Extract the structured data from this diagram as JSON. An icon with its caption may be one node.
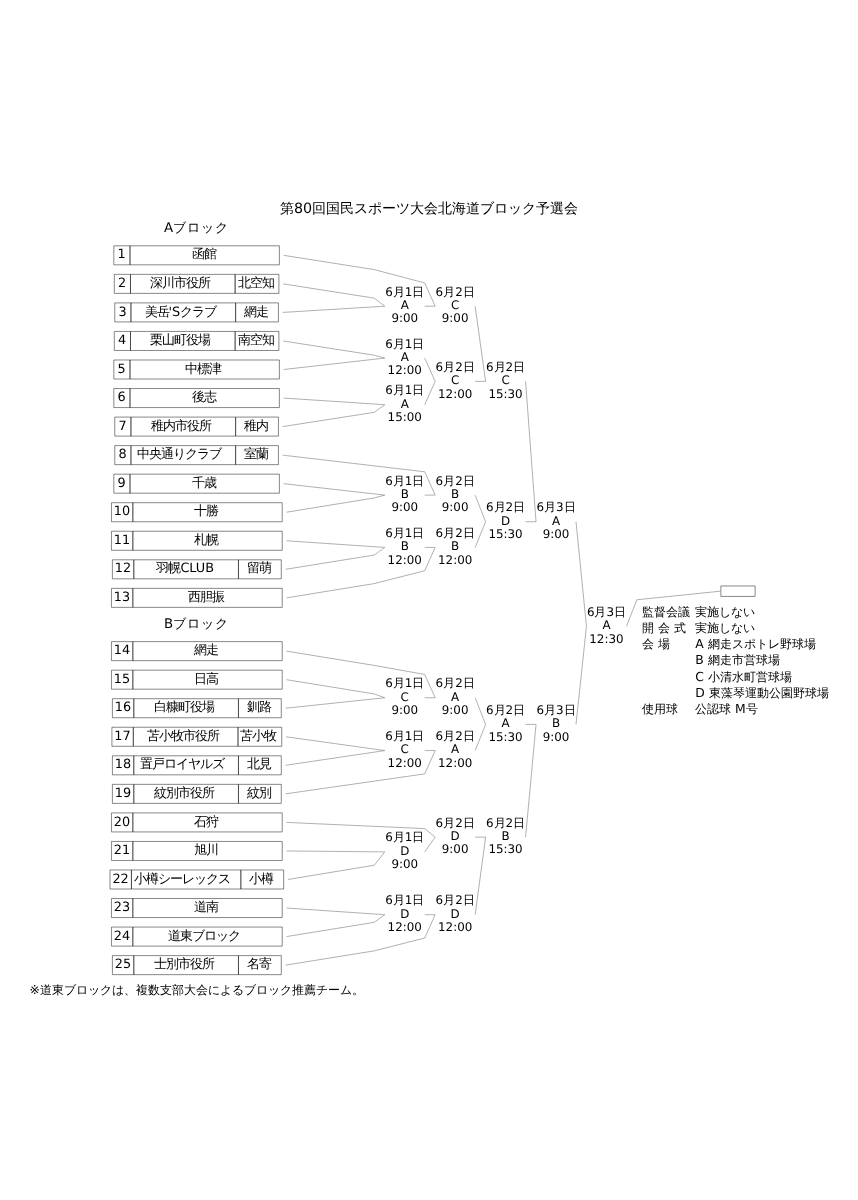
{
  "diagram": {
    "title": "第80回国民スポーツ大会北海道ブロック予選会",
    "nodes": [
      {
        "text": [
          "1",
          "函館"
        ]
      },
      {
        "text": [
          "2",
          "深川市役所",
          "北空知"
        ]
      },
      {
        "text": [
          "3",
          "美岳'Sクラブ",
          "網走"
        ]
      },
      {
        "text": [
          "4",
          "栗山町役場",
          "南空知"
        ]
      },
      {
        "text": [
          "5",
          "中標津"
        ]
      },
      {
        "text": [
          "6",
          "後志"
        ]
      },
      {
        "text": [
          "7",
          "稚内市役所",
          "稚内"
        ]
      },
      {
        "text": [
          "8",
          "中央通りクラブ",
          "室蘭"
        ]
      },
      {
        "text": [
          "9",
          "千歳"
        ]
      },
      {
        "text": [
          "10",
          "十勝"
        ]
      },
      {
        "text": [
          "11",
          "札幌"
        ]
      },
      {
        "text": [
          "12",
          "羽幌CLUB",
          "留萌"
        ]
      },
      {
        "text": [
          "13",
          "西胆振"
        ]
      },
      {
        "text": [
          "14",
          "網走"
        ]
      },
      {
        "text": [
          "15",
          "日高"
        ]
      },
      {
        "text": [
          "16",
          "白糠町役場",
          "釧路"
        ]
      },
      {
        "text": [
          "17",
          "苫小牧市役所",
          "苫小牧"
        ]
      },
      {
        "text": [
          "18",
          "置戸ロイヤルズ",
          "北見"
        ]
      },
      {
        "text": [
          "19",
          "紋別市役所",
          "紋別"
        ]
      },
      {
        "text": [
          "20",
          "石狩"
        ]
      },
      {
        "text": [
          "21",
          "旭川"
        ]
      },
      {
        "text": [
          "22",
          "小樽シーレックス",
          "小樽"
        ]
      },
      {
        "text": [
          "23",
          "道南"
        ]
      },
      {
        "text": [
          "24",
          "道東ブロック"
        ]
      },
      {
        "text": [
          "25",
          "士別市役所",
          "名寄"
        ]
      },
      {
        "text": [
          "6月1日",
          "A",
          "9:00"
        ]
      },
      {
        "text": [
          "6月1日",
          "A",
          "12:00"
        ]
      },
      {
        "text": [
          "6月1日",
          "A",
          "15:00"
        ]
      },
      {
        "text": [
          "6月1日",
          "B",
          "9:00"
        ]
      },
      {
        "text": [
          "6月1日",
          "B",
          "12:00"
        ]
      },
      {
        "text": [
          "6月1日",
          "C",
          "9:00"
        ]
      },
      {
        "text": [
          "6月1日",
          "C",
          "12:00"
        ]
      },
      {
        "text": [
          "6月1日",
          "D",
          "9:00"
        ]
      },
      {
        "text": [
          "6月1日",
          "D",
          "12:00"
        ]
      },
      {
        "text": [
          "6月2日",
          "C",
          "9:00"
        ]
      },
      {
        "text": [
          "6月2日",
          "C",
          "12:00"
        ]
      },
      {
        "text": [
          "6月2日",
          "B",
          "9:00"
        ]
      },
      {
        "text": [
          "6月2日",
          "B",
          "12:00"
        ]
      },
      {
        "text": [
          "6月2日",
          "A",
          "9:00"
        ]
      },
      {
        "text": [
          "6月2日",
          "A",
          "12:00"
        ]
      },
      {
        "text": [
          "6月2日",
          "D",
          "9:00"
        ]
      },
      {
        "text": [
          "6月2日",
          "D",
          "12:00"
        ]
      },
      {
        "text": [
          "6月2日",
          "C",
          "15:30"
        ]
      },
      {
        "text": [
          "6月2日",
          "D",
          "15:30"
        ]
      },
      {
        "text": [
          "6月2日",
          "A",
          "15:30"
        ]
      },
      {
        "text": [
          "6月2日",
          "B",
          "15:30"
        ]
      },
      {
        "text": [
          "6月3日",
          "A",
          "9:00"
        ]
      },
      {
        "text": [
          "6月3日",
          "B",
          "9:00"
        ]
      },
      {
        "text": [
          "6月3日",
          "A",
          "12:30"
        ]
      },
      {
        "text": [],
        "shape": "box"
      }
    ],
    "edges": [
      {
        "from": 1,
        "to": 25,
        "arrow": "none"
      },
      {
        "from": 2,
        "to": 25,
        "arrow": "none"
      },
      {
        "from": 3,
        "to": 26,
        "arrow": "none"
      },
      {
        "from": 4,
        "to": 26,
        "arrow": "none"
      },
      {
        "from": 5,
        "to": 27,
        "arrow": "none"
      },
      {
        "from": 6,
        "to": 27,
        "arrow": "none"
      },
      {
        "from": 8,
        "to": 28,
        "arrow": "none"
      },
      {
        "from": 9,
        "to": 28,
        "arrow": "none"
      },
      {
        "from": 10,
        "to": 29,
        "arrow": "none"
      },
      {
        "from": 11,
        "to": 29,
        "arrow": "none"
      },
      {
        "from": 14,
        "to": 30,
        "arrow": "none"
      },
      {
        "from": 15,
        "to": 30,
        "arrow": "none"
      },
      {
        "from": 16,
        "to": 31,
        "arrow": "none"
      },
      {
        "from": 17,
        "to": 31,
        "arrow": "none"
      },
      {
        "from": 20,
        "to": 32,
        "arrow": "none"
      },
      {
        "from": 21,
        "to": 32,
        "arrow": "none"
      },
      {
        "from": 22,
        "to": 33,
        "arrow": "none"
      },
      {
        "from": 23,
        "to": 33,
        "arrow": "none"
      },
      {
        "from": 0,
        "to": 34,
        "arrow": "none"
      },
      {
        "from": 25,
        "to": 34,
        "arrow": "none"
      },
      {
        "from": 26,
        "to": 35,
        "arrow": "none"
      },
      {
        "from": 27,
        "to": 35,
        "arrow": "none"
      },
      {
        "from": 7,
        "to": 36,
        "arrow": "none"
      },
      {
        "from": 28,
        "to": 36,
        "arrow": "none"
      },
      {
        "from": 29,
        "to": 37,
        "arrow": "none"
      },
      {
        "from": 12,
        "to": 37,
        "arrow": "none"
      },
      {
        "from": 13,
        "to": 38,
        "arrow": "none"
      },
      {
        "from": 30,
        "to": 38,
        "arrow": "none"
      },
      {
        "from": 31,
        "to": 39,
        "arrow": "none"
      },
      {
        "from": 18,
        "to": 39,
        "arrow": "none"
      },
      {
        "from": 19,
        "to": 40,
        "arrow": "none"
      },
      {
        "from": 32,
        "to": 40,
        "arrow": "none"
      },
      {
        "from": 33,
        "to": 41,
        "arrow": "none"
      },
      {
        "from": 24,
        "to": 41,
        "arrow": "none"
      },
      {
        "from": 34,
        "to": 42,
        "arrow": "none"
      },
      {
        "from": 35,
        "to": 42,
        "arrow": "none"
      },
      {
        "from": 36,
        "to": 43,
        "arrow": "none"
      },
      {
        "from": 37,
        "to": 43,
        "arrow": "none"
      },
      {
        "from": 38,
        "to": 44,
        "arrow": "none"
      },
      {
        "from": 39,
        "to": 44,
        "arrow": "none"
      },
      {
        "from": 40,
        "to": 45,
        "arrow": "none"
      },
      {
        "from": 41,
        "to": 45,
        "arrow": "none"
      },
      {
        "from": 42,
        "to": 46,
        "arrow": "none"
      },
      {
        "from": 43,
        "to": 46,
        "arrow": "none"
      },
      {
        "from": 44,
        "to": 47,
        "arrow": "none"
      },
      {
        "from": 45,
        "to": 47,
        "arrow": "none"
      },
      {
        "from": 46,
        "to": 48,
        "arrow": "none"
      },
      {
        "from": 47,
        "to": 48,
        "arrow": "none"
      },
      {
        "from": 48,
        "to": 49,
        "arrow": "none"
      }
    ],
    "labels": [
      "監督会議",
      "実施しない",
      "開 会 式",
      "実施しない",
      "会 場",
      "A 網走スポトレ野球場",
      "B 網走市営球場",
      "C 小清水町営球場",
      "D 東藻琴運動公園野球場",
      "使用球",
      "公認球 M号",
      "Aブロック",
      "Bブロック",
      "※道東ブロックは、複数支部大会によるブロック推薦チーム。"
    ]
  }
}
